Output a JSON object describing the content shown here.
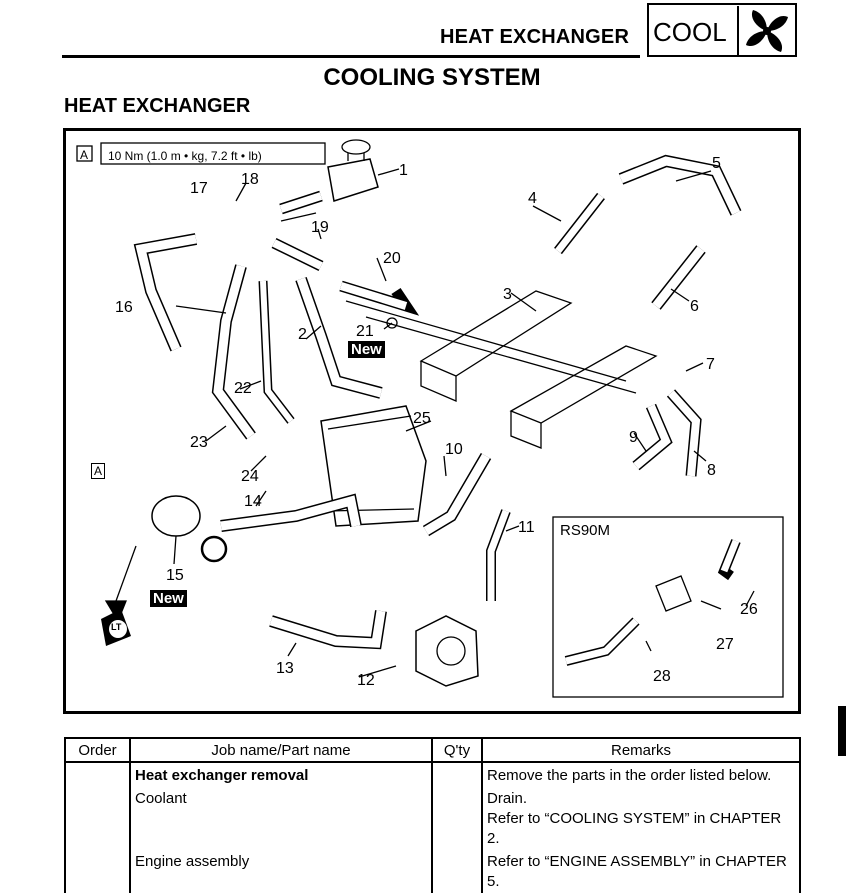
{
  "header": {
    "section_label": "HEAT EXCHANGER",
    "chapter_tab": "COOL",
    "chapter_icon": "fan-icon"
  },
  "title": "COOLING SYSTEM",
  "section_title": "HEAT EXCHANGER",
  "diagram": {
    "torque_label": "A",
    "torque_spec": "10 Nm (1.0 m • kg, 7.2 ft • lb)",
    "torque_ref": "A",
    "new_labels": [
      "New",
      "New"
    ],
    "lt_label": "LT",
    "inset_title": "RS90M",
    "callouts": [
      "1",
      "2",
      "3",
      "4",
      "5",
      "6",
      "7",
      "8",
      "9",
      "10",
      "11",
      "12",
      "13",
      "14",
      "15",
      "16",
      "17",
      "18",
      "19",
      "20",
      "21",
      "22",
      "23",
      "24",
      "25",
      "26",
      "27",
      "28"
    ]
  },
  "table": {
    "headers": [
      "Order",
      "Job name/Part name",
      "Q'ty",
      "Remarks"
    ],
    "rows": [
      {
        "order": "",
        "name": "Heat exchanger removal",
        "qty": "",
        "remarks": "Remove the parts in the order listed below.",
        "bold": true
      },
      {
        "order": "",
        "name": "Coolant",
        "qty": "",
        "remarks": "Drain.\nRefer to “COOLING SYSTEM” in CHAPTER 2."
      },
      {
        "order": "",
        "name": "Engine assembly",
        "qty": "",
        "remarks": "Refer to “ENGINE ASSEMBLY” in CHAPTER 5."
      }
    ]
  }
}
